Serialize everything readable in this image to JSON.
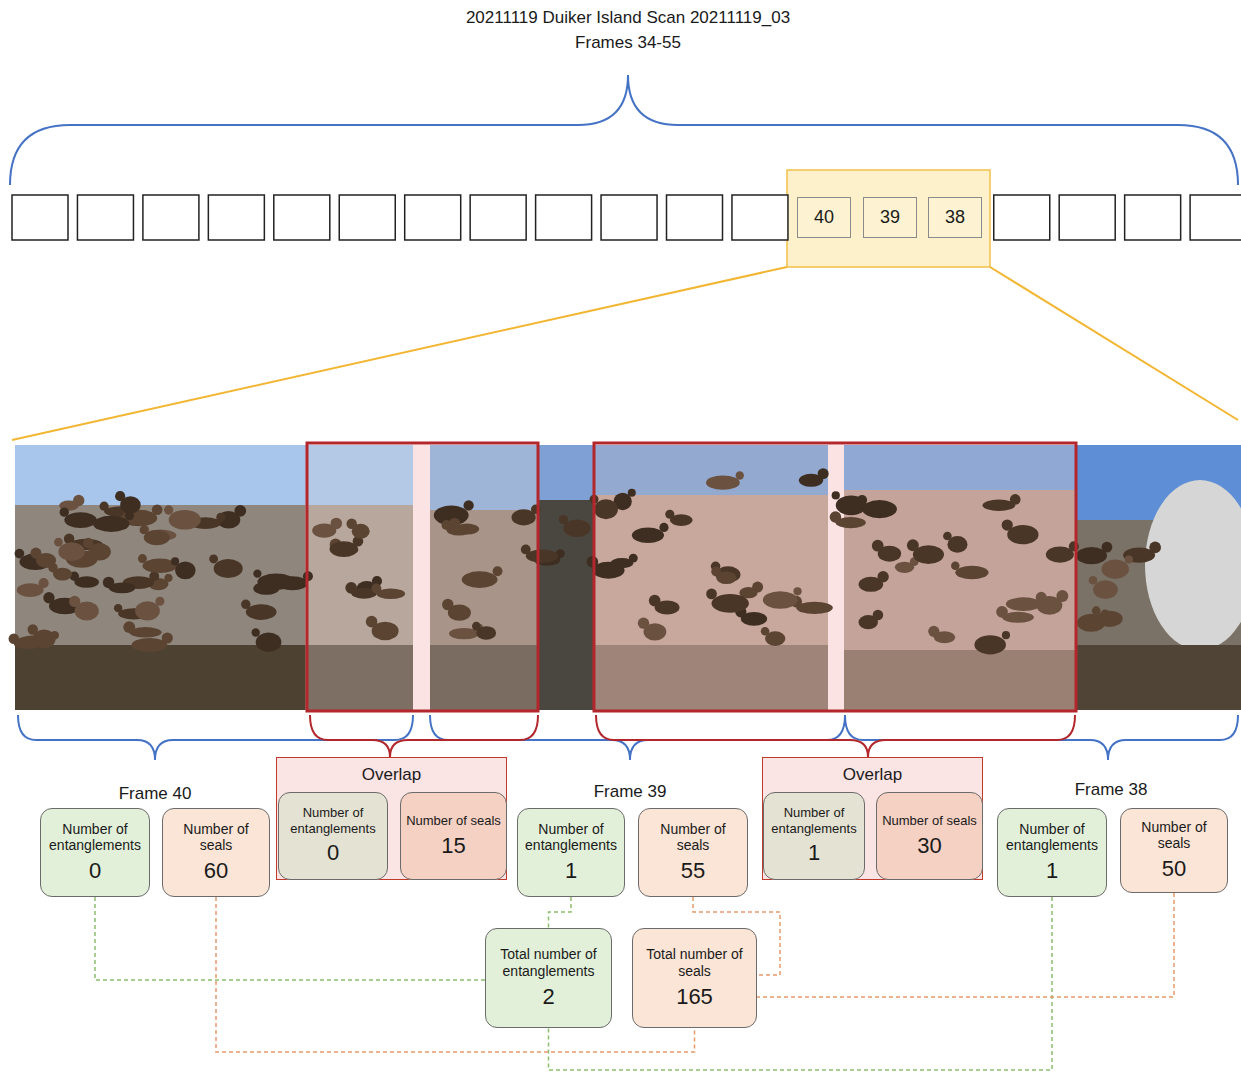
{
  "diagram": {
    "title": "20211119 Duiker Island Scan 20211119_03",
    "nodes": [
      {
        "text": [
          "40"
        ]
      },
      {
        "text": [
          "39"
        ]
      },
      {
        "text": [
          "38"
        ]
      },
      {
        "text": [
          "Number of entanglements",
          "0"
        ]
      },
      {
        "text": [
          "Number of seals",
          "60"
        ]
      },
      {
        "text": [
          "Overlap"
        ]
      },
      {
        "text": [
          "Number of entanglements",
          "0"
        ],
        "in": 5
      },
      {
        "text": [
          "Number of seals",
          "15"
        ],
        "in": 5
      },
      {
        "text": [
          "Number of entanglements",
          "1"
        ]
      },
      {
        "text": [
          "Number of seals",
          "55"
        ]
      },
      {
        "text": [
          "Overlap"
        ]
      },
      {
        "text": [
          "Number of entanglements",
          "1"
        ],
        "in": 10
      },
      {
        "text": [
          "Number of seals",
          "30"
        ],
        "in": 10
      },
      {
        "text": [
          "Number of entanglements",
          "1"
        ]
      },
      {
        "text": [
          "Number of seals",
          "50"
        ]
      },
      {
        "text": [
          "Total number of entanglements",
          "2"
        ]
      },
      {
        "text": [
          "Total number of seals",
          "165"
        ]
      }
    ],
    "edges": [
      {
        "from": 3,
        "to": 15,
        "arrow": "none"
      },
      {
        "from": 8,
        "to": 15,
        "arrow": "none"
      },
      {
        "from": 13,
        "to": 15,
        "arrow": "none"
      },
      {
        "from": 4,
        "to": 16,
        "arrow": "none"
      },
      {
        "from": 9,
        "to": 16,
        "arrow": "none"
      },
      {
        "from": 14,
        "to": 16,
        "arrow": "none"
      }
    ],
    "labels": [
      "Frames 34-55",
      "Frame 40",
      "Frame 39",
      "Frame 38"
    ]
  }
}
